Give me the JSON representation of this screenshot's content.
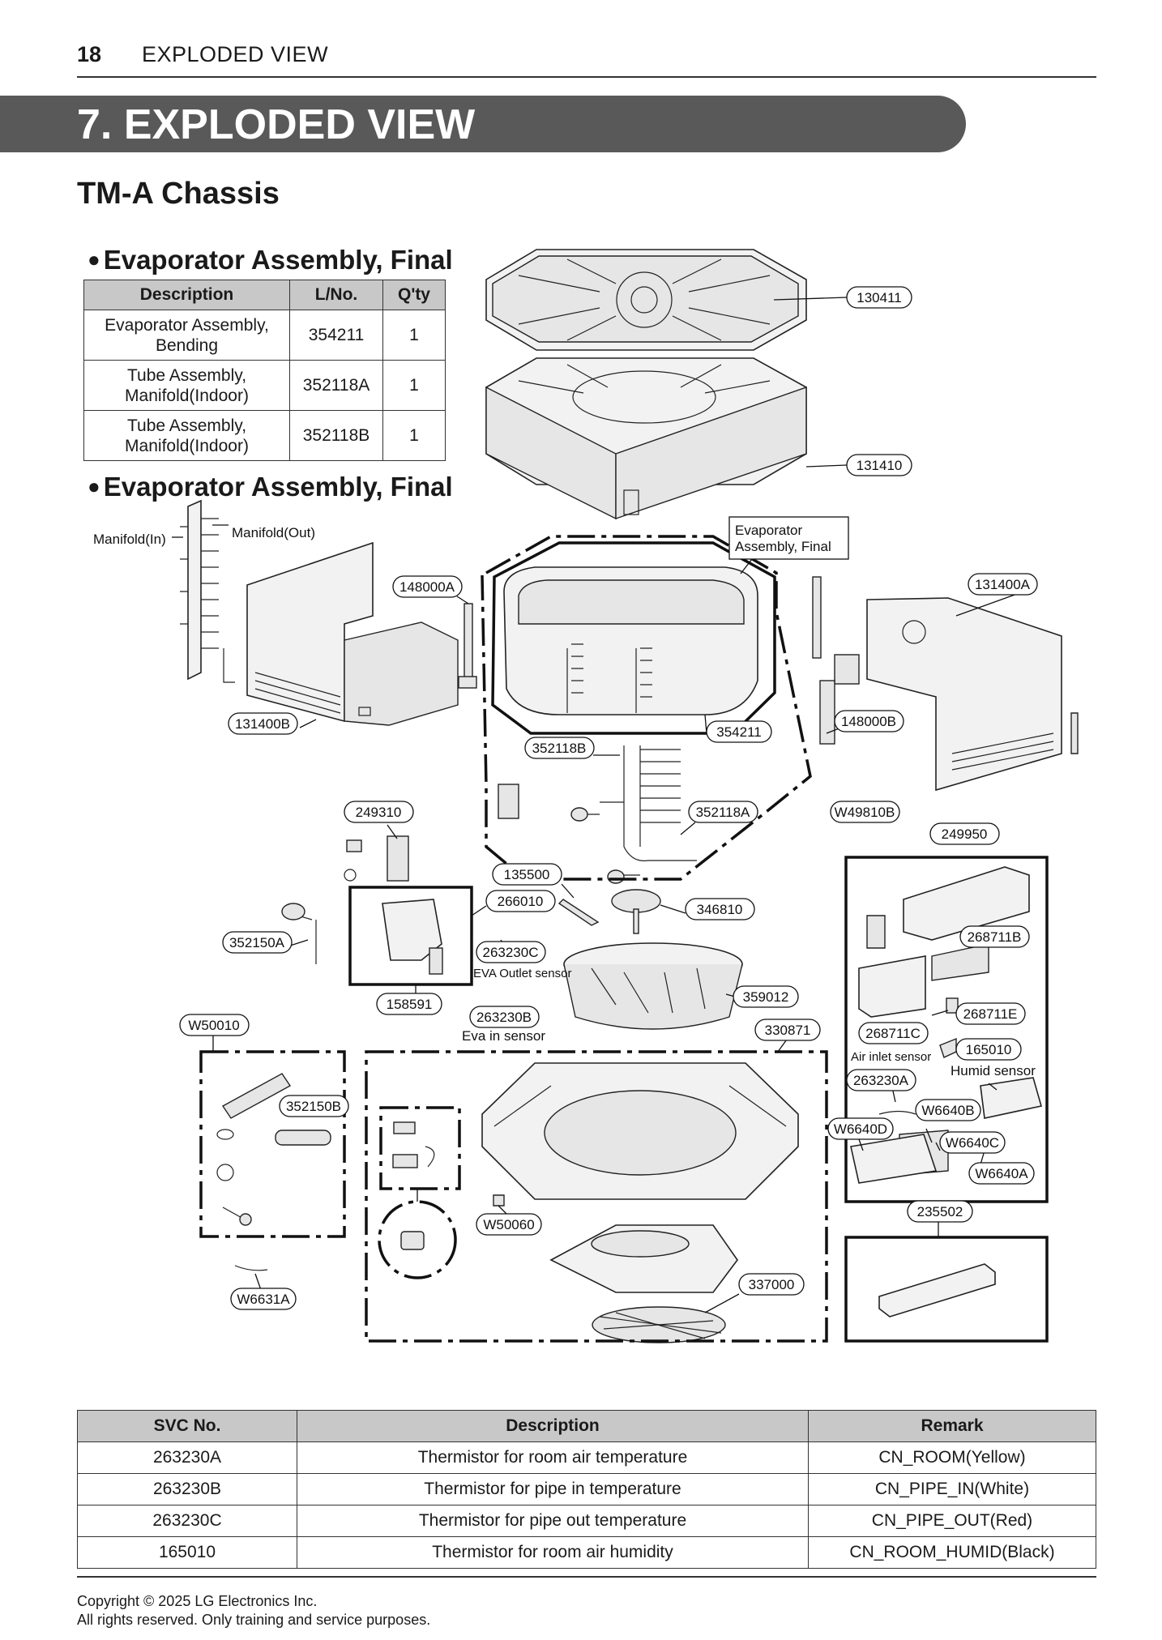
{
  "header": {
    "page_number": "18",
    "section": "EXPLODED VIEW"
  },
  "banner": {
    "title": "7. EXPLODED VIEW"
  },
  "chassis_title": "TM-A Chassis",
  "evaporator_table": {
    "title": "Evaporator Assembly, Final",
    "headers": [
      "Description",
      "L/No.",
      "Q'ty"
    ],
    "rows": [
      {
        "desc1": "Evaporator Assembly,",
        "desc2": "Bending",
        "lno": "354211",
        "qty": "1"
      },
      {
        "desc1": "Tube Assembly,",
        "desc2": "Manifold(Indoor)",
        "lno": "352118A",
        "qty": "1"
      },
      {
        "desc1": "Tube Assembly,",
        "desc2": "Manifold(Indoor)",
        "lno": "352118B",
        "qty": "1"
      }
    ]
  },
  "diagram": {
    "subtitle": "Evaporator Assembly, Final",
    "manifold_in": "Manifold(In)",
    "manifold_out": "Manifold(Out)",
    "eva_box_line1": "Evaporator",
    "eva_box_line2": "Assembly, Final",
    "callouts": {
      "p130411": "130411",
      "p131410": "131410",
      "p148000A": "148000A",
      "p131400A": "131400A",
      "p131400B": "131400B",
      "p354211": "354211",
      "p148000B": "148000B",
      "p352118B": "352118B",
      "p249310": "249310",
      "p352118A": "352118A",
      "pW49810B": "W49810B",
      "p249950": "249950",
      "p135500": "135500",
      "p266010": "266010",
      "p346810": "346810",
      "p352150A": "352150A",
      "p263230C": "263230C",
      "p268711B": "268711B",
      "p359012": "359012",
      "p158591": "158591",
      "p263230B": "263230B",
      "p268711E": "268711E",
      "pW50010": "W50010",
      "p330871": "330871",
      "p268711C": "268711C",
      "p165010": "165010",
      "p263230A": "263230A",
      "p352150B": "352150B",
      "pW6640B": "W6640B",
      "pW6640D": "W6640D",
      "pW6640C": "W6640C",
      "pW6640A": "W6640A",
      "p235502": "235502",
      "pW50060": "W50060",
      "p337000": "337000",
      "pW6631A": "W6631A"
    },
    "annotations": {
      "eva_outlet": "EVA Outlet sensor",
      "eva_in": "Eva in sensor",
      "air_inlet": "Air inlet sensor",
      "humid": "Humid sensor"
    }
  },
  "svc_table": {
    "headers": [
      "SVC No.",
      "Description",
      "Remark"
    ],
    "rows": [
      {
        "svc": "263230A",
        "desc": "Thermistor for room air temperature",
        "remark": "CN_ROOM(Yellow)"
      },
      {
        "svc": "263230B",
        "desc": "Thermistor for pipe in temperature",
        "remark": "CN_PIPE_IN(White)"
      },
      {
        "svc": "263230C",
        "desc": "Thermistor for pipe out temperature",
        "remark": "CN_PIPE_OUT(Red)"
      },
      {
        "svc": "165010",
        "desc": "Thermistor for room air humidity",
        "remark": "CN_ROOM_HUMID(Black)"
      }
    ]
  },
  "footer": {
    "line1": "Copyright © 2025 LG Electronics Inc.",
    "line2": "All rights reserved. Only training and service purposes."
  }
}
